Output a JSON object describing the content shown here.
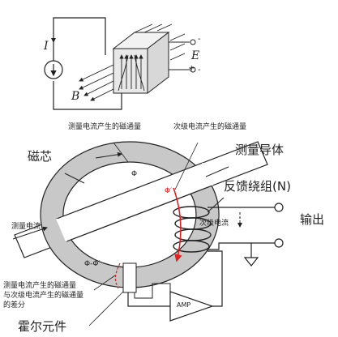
{
  "top_figure": {
    "symbol_current": "I",
    "symbol_field": "B",
    "symbol_emf": "E",
    "minus_sign": "-",
    "plus_sign": "+",
    "minus_sign_right": "-"
  },
  "captions": {
    "measured_flux": "测量电流产生的磁通量",
    "secondary_flux": "次级电流产生的磁通量"
  },
  "labels": {
    "core": "磁芯",
    "measured_conductor": "测量导体",
    "feedback_winding": "反馈绕组(N)",
    "output": "输出",
    "measured_current": "测量电流",
    "secondary_current": "次级电流",
    "phi": "Φ",
    "phi_prime": "Φ′",
    "phi_diff": "Φ-Φ′",
    "difference_note": "测量电流产生的磁通量\n与次级电流产生的磁通量\n的差分",
    "hall_element": "霍尔元件",
    "amp": "AMP"
  },
  "colors": {
    "core_fill": "#c8c8c8",
    "conductor_fill": "#ffffff",
    "accent_red": "#e02020",
    "line": "#222222"
  }
}
